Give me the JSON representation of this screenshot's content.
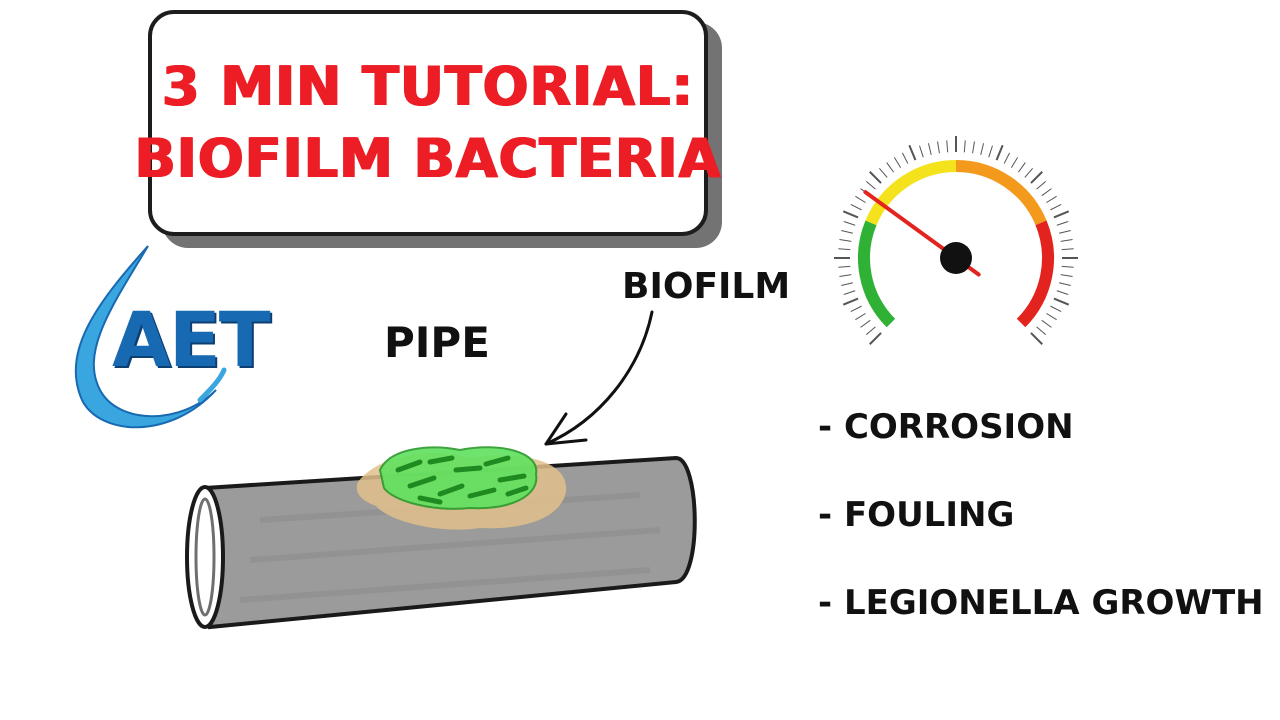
{
  "title": {
    "line1": "3 MIN TUTORIAL:",
    "line2": "BIOFILM BACTERIA"
  },
  "logo": {
    "text": "AET",
    "color": "#1769b1",
    "icon": "water-drop-swoosh-icon"
  },
  "labels": {
    "pipe": "PIPE",
    "biofilm": "BIOFILM"
  },
  "gauge": {
    "icon": "speedometer-gauge-icon",
    "needle_level": 0.3,
    "zone_colors": [
      "#2eb135",
      "#f4e31c",
      "#f39a1d",
      "#e2231e"
    ]
  },
  "effects": [
    "- CORROSION",
    "- FOULING",
    "- LEGIONELLA GROWTH"
  ],
  "colors": {
    "title_red": "#ec1d24",
    "pipe_gray": "#9b9b9b",
    "biofilm_green": "#3fd43f",
    "biofilm_tan": "#e2c08b"
  }
}
